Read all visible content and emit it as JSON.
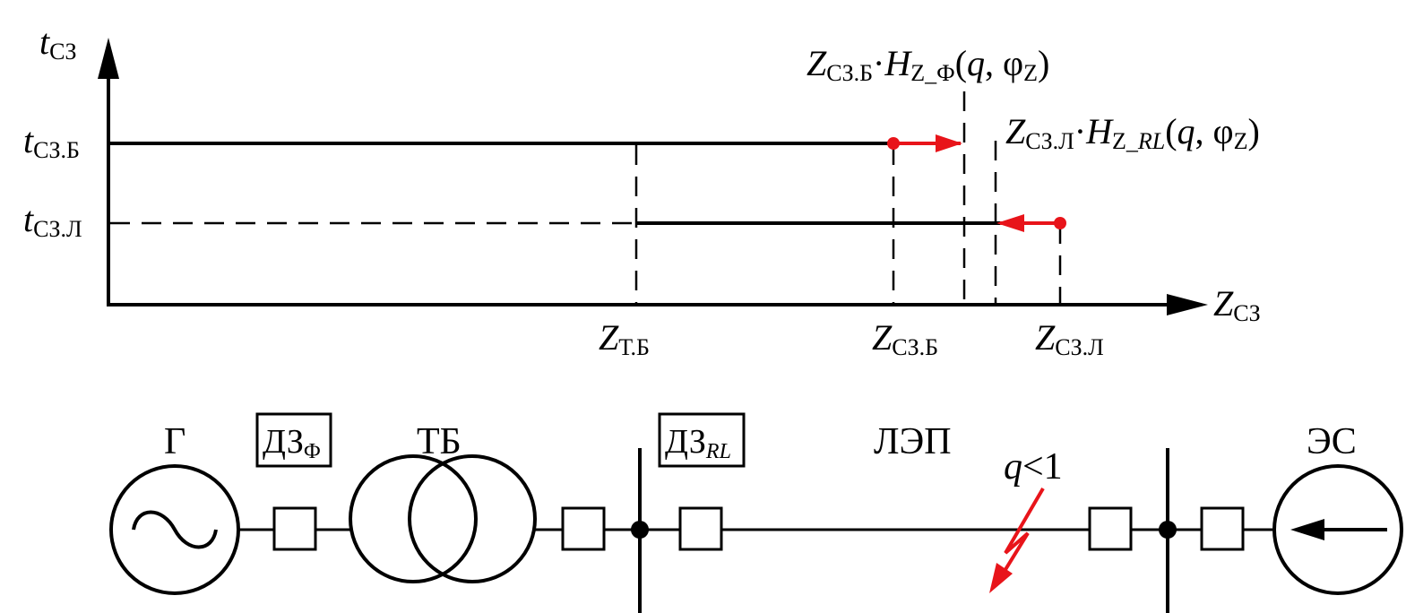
{
  "colors": {
    "line": "#000000",
    "accent": "#e8141a",
    "background": "#ffffff"
  },
  "graph": {
    "y_axis": {
      "main": "t",
      "sub": "СЗ"
    },
    "x_axis": {
      "main": "Z",
      "sub": "СЗ"
    },
    "y_ticks": [
      {
        "main": "t",
        "sub": "СЗ.Б"
      },
      {
        "main": "t",
        "sub": "СЗ.Л"
      }
    ],
    "x_ticks": [
      {
        "main": "Z",
        "sub": "Т.Б"
      },
      {
        "main": "Z",
        "sub": "СЗ.Б"
      },
      {
        "main": "Z",
        "sub": "СЗ.Л"
      }
    ],
    "formula_b": {
      "z": "Z",
      "z_sub": "СЗ.Б",
      "dot": "·",
      "h": "H",
      "h_sub": "Z_Ф",
      "args_open": "(",
      "q": "q",
      "comma": ", ",
      "phi": "φ",
      "phi_sub": "Z",
      "args_close": ")"
    },
    "formula_l": {
      "z": "Z",
      "z_sub": "СЗ.Л",
      "dot": "·",
      "h": "H",
      "h_sub_a": "Z_",
      "h_sub_b": "RL",
      "args_open": "(",
      "q": "q",
      "comma": ", ",
      "phi": "φ",
      "phi_sub": "Z",
      "args_close": ")"
    }
  },
  "scheme": {
    "generator": "Г",
    "relay_f": {
      "main": "ДЗ",
      "sub": "Ф"
    },
    "transformer": "ТБ",
    "relay_rl": {
      "main": "ДЗ",
      "sub": "RL"
    },
    "line": "ЛЭП",
    "fault": {
      "q": "q",
      "rest": "<1"
    },
    "system": "ЭС",
    "icons": [
      "sine-wave-icon",
      "arrow-left-icon",
      "lightning-fault-icon",
      "circuit-breaker-icon"
    ]
  }
}
